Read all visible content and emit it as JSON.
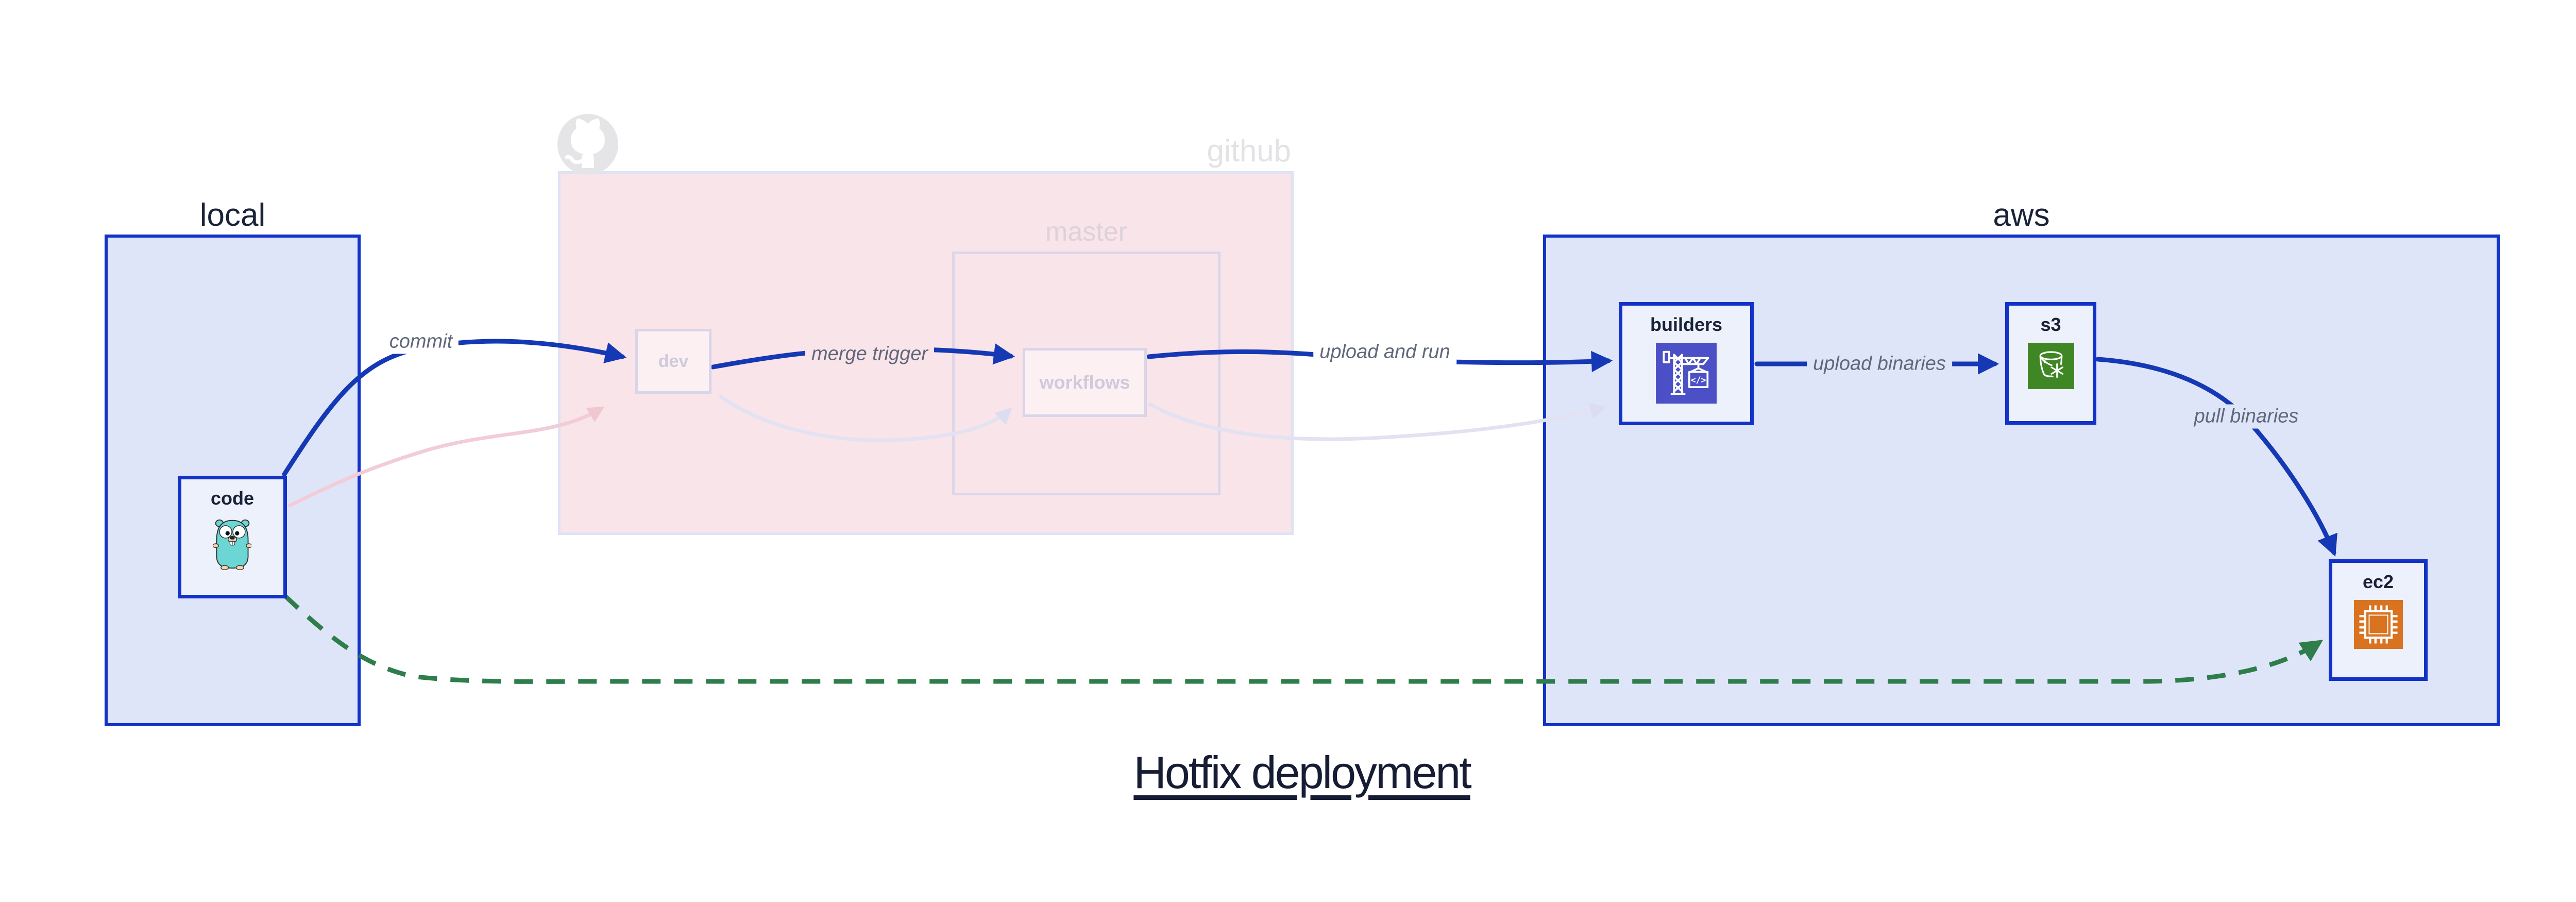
{
  "title": "Hotfix deployment",
  "groups": {
    "local": {
      "label": "local"
    },
    "github": {
      "label": "github",
      "icon": "github-octocat-icon"
    },
    "master": {
      "label": "master"
    },
    "aws": {
      "label": "aws"
    }
  },
  "nodes": {
    "code": {
      "label": "code",
      "icon": "go-gopher-icon"
    },
    "dev": {
      "label": "dev"
    },
    "workflows": {
      "label": "workflows"
    },
    "builders": {
      "label": "builders",
      "icon": "codebuild-crane-icon"
    },
    "s3": {
      "label": "s3",
      "icon": "s3-bucket-snowflake-icon"
    },
    "ec2": {
      "label": "ec2",
      "icon": "ec2-chip-icon"
    }
  },
  "edges": {
    "commit": {
      "label": "commit",
      "style": "solid-blue"
    },
    "merge_trigger": {
      "label": "merge trigger",
      "style": "solid-blue"
    },
    "upload_and_run": {
      "label": "upload and run",
      "style": "solid-blue"
    },
    "upload_binaries": {
      "label": "upload binaries",
      "style": "solid-blue"
    },
    "pull_binaries": {
      "label": "pull binaries",
      "style": "solid-blue"
    },
    "hotfix_direct": {
      "label": "",
      "style": "dashed-green"
    },
    "code_to_dev": {
      "label": "",
      "style": "faded-pink"
    },
    "dev_to_workflows": {
      "label": "",
      "style": "faded-lavender"
    },
    "workflows_to_builders": {
      "label": "",
      "style": "faded-lavender"
    }
  },
  "colors": {
    "active_edge_blue": "#1538b4",
    "hotfix_green": "#2e7d4a",
    "group_border_blue": "#1232c8",
    "group_fill_blue": "#dfe5f8",
    "github_fill_pink": "#f9e4e9",
    "node_fill": "#edf1fb",
    "faded_border": "#d9d5e9",
    "text_navy": "#1a2238",
    "edge_label_gray": "#60677a",
    "codebuild_purple": "#4b50c6",
    "s3_green": "#3f8624",
    "ec2_orange": "#d9731f",
    "gopher_teal": "#6bd6d4"
  }
}
